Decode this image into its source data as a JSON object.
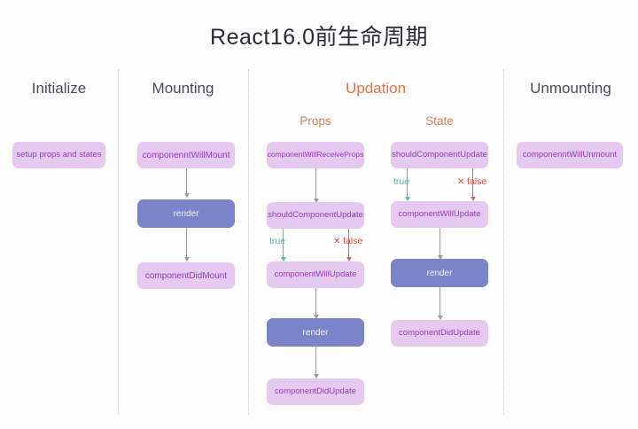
{
  "title": "React16.0前生命周期",
  "phases": [
    {
      "label": "Initialize"
    },
    {
      "label": "Mounting"
    },
    {
      "label": "Updation"
    },
    {
      "label": "Unmounting"
    }
  ],
  "sub_phases": [
    {
      "label": "Props"
    },
    {
      "label": "State"
    }
  ],
  "columns": {
    "initialize": {
      "nodes": [
        {
          "label": "setup props and states",
          "kind": "purple"
        }
      ]
    },
    "mounting": {
      "nodes": [
        {
          "label": "componenntWillMount",
          "kind": "purple"
        },
        {
          "label": "render",
          "kind": "blue"
        },
        {
          "label": "componentDidMount",
          "kind": "purple"
        }
      ]
    },
    "props": {
      "nodes": [
        {
          "label": "componentWillReceiveProps",
          "kind": "purple"
        },
        {
          "label": "shouldComponentUpdate",
          "kind": "purple"
        },
        {
          "label": "componentWillUpdate",
          "kind": "purple"
        },
        {
          "label": "render",
          "kind": "blue"
        },
        {
          "label": "componentDidUpdate",
          "kind": "purple"
        }
      ],
      "branch": {
        "true_label": "true",
        "false_label": "false",
        "false_mark": "✕"
      }
    },
    "state": {
      "nodes": [
        {
          "label": "shouldComponentUpdate",
          "kind": "purple"
        },
        {
          "label": "componentWillUpdate",
          "kind": "purple"
        },
        {
          "label": "render",
          "kind": "blue"
        },
        {
          "label": "componentDidUpdate",
          "kind": "purple"
        }
      ],
      "branch": {
        "true_label": "true",
        "false_label": "false",
        "false_mark": "✕"
      }
    },
    "unmounting": {
      "nodes": [
        {
          "label": "componenntWillUnmount",
          "kind": "purple"
        }
      ]
    }
  },
  "colors": {
    "background": "#fdfdfd",
    "title_text": "#2b2b33",
    "header_text": "#4b4b55",
    "accent": "#e8714a",
    "sub_header": "#d4805c",
    "node_purple_bg": "#e6c9f0",
    "node_purple_text": "#8e3fb0",
    "node_blue_bg": "#7b84c9",
    "node_blue_text": "#eceefb",
    "arrow": "#9a9aa4",
    "true_branch": "#3cbda8",
    "false_branch": "#e04a3c",
    "divider": "#c9c9cf"
  }
}
